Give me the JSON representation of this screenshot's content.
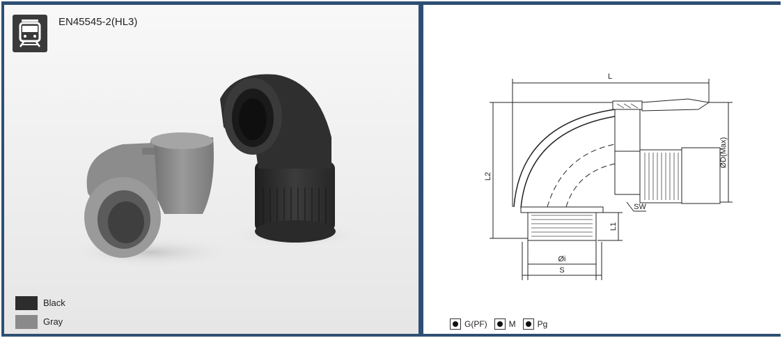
{
  "standard": {
    "label": "EN45545-2(HL3)",
    "icon": "train-icon"
  },
  "colors": [
    {
      "name": "Black",
      "hex": "#2d2d2d"
    },
    {
      "name": "Gray",
      "hex": "#8a8a8a"
    }
  ],
  "drawing": {
    "dim_L": "L",
    "dim_L2": "L2",
    "dim_OD": "ØD(Max)",
    "dim_SW": "SW",
    "dim_L1": "L1",
    "dim_Oi": "Øi",
    "dim_S": "S"
  },
  "thread_options": [
    {
      "label": "G(PF)",
      "checked": true
    },
    {
      "label": "M",
      "checked": true
    },
    {
      "label": "Pg",
      "checked": true
    }
  ],
  "theme": {
    "border": "#2e4f73",
    "badge": "#3a3a3a"
  }
}
